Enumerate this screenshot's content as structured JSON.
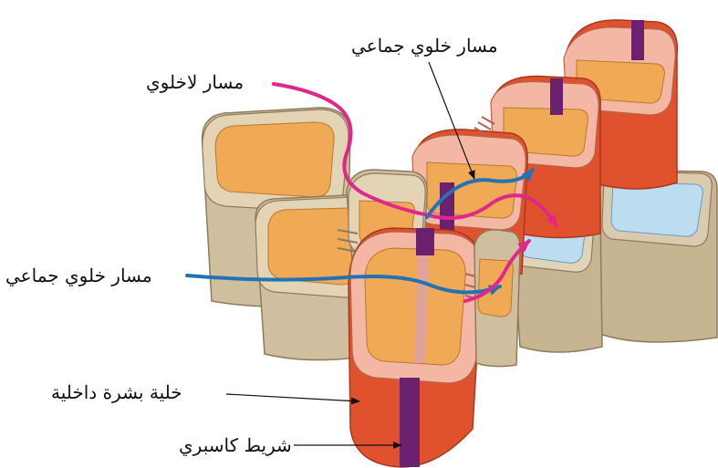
{
  "labels": {
    "apoplast": "مسار لاخلوي",
    "symplast_top": "مسار خلوي جماعي",
    "symplast_left": "مسار خلوي جماعي",
    "endodermis": "خلية بشرة داخلية",
    "casparian": "شريط كاسبري"
  },
  "colors": {
    "endodermis": "#e0522e",
    "endodermis_dark": "#c03d20",
    "wall": "#f4b7a3",
    "cortex_wall": "#cfbf9f",
    "cortex_wall_dark": "#b39f7f",
    "cell_interior": "#f0aa55",
    "vascular_interior": "#bcdcf0",
    "casparian_strip": "#6b2170",
    "apoplastic_path": "#e0288a",
    "symplastic_path": "#2373b4"
  }
}
